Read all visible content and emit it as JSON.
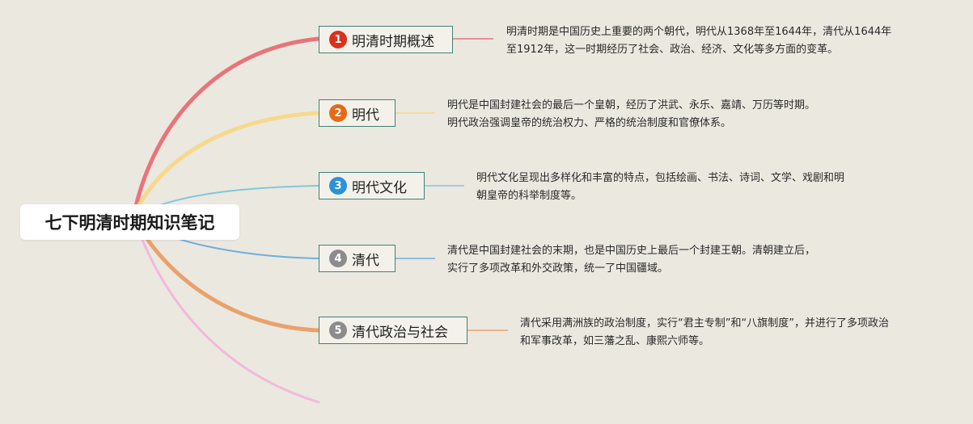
{
  "root": {
    "title": "七下明清时期知识笔记"
  },
  "topics": [
    {
      "number": "1",
      "label": "明清时期概述",
      "badge_color": "#d9311f",
      "line_color": "#e8747a",
      "desc": [
        "明清时期是中国历史上重要的两个朝代，明代从1368年至1644年，清代从1644年",
        "至1912年，这一时期经历了社会、政治、经济、文化等多方面的变革。"
      ]
    },
    {
      "number": "2",
      "label": "明代",
      "badge_color": "#e56a18",
      "line_color": "#f6d98a",
      "desc": [
        "明代是中国封建社会的最后一个皇朝，经历了洪武、永乐、嘉靖、万历等时期。",
        "明代政治强调皇帝的统治权力、严格的统治制度和官僚体系。"
      ]
    },
    {
      "number": "3",
      "label": "明代文化",
      "badge_color": "#2a93d8",
      "line_color": "#7fc9d9",
      "desc": [
        "明代文化呈现出多样化和丰富的特点，包括绘画、书法、诗词、文学、戏剧和明",
        "朝皇帝的科举制度等。"
      ]
    },
    {
      "number": "4",
      "label": "清代",
      "badge_color": "#8c8c8c",
      "line_color": "#6fb0dc",
      "desc": [
        "清代是中国封建社会的末期，也是中国历史上最后一个封建王朝。清朝建立后，",
        "实行了多项改革和外交政策，统一了中国疆域。"
      ]
    },
    {
      "number": "5",
      "label": "清代政治与社会",
      "badge_color": "#8c8c8c",
      "line_color": "#e9a26a",
      "desc": [
        "清代采用满洲族的政治制度，实行“君主专制”和“八旗制度”，并进行了多项政治",
        "和军事改革，如三藩之乱、康熙六师等。"
      ]
    }
  ],
  "extra_branch_color": "#f3b8dc"
}
